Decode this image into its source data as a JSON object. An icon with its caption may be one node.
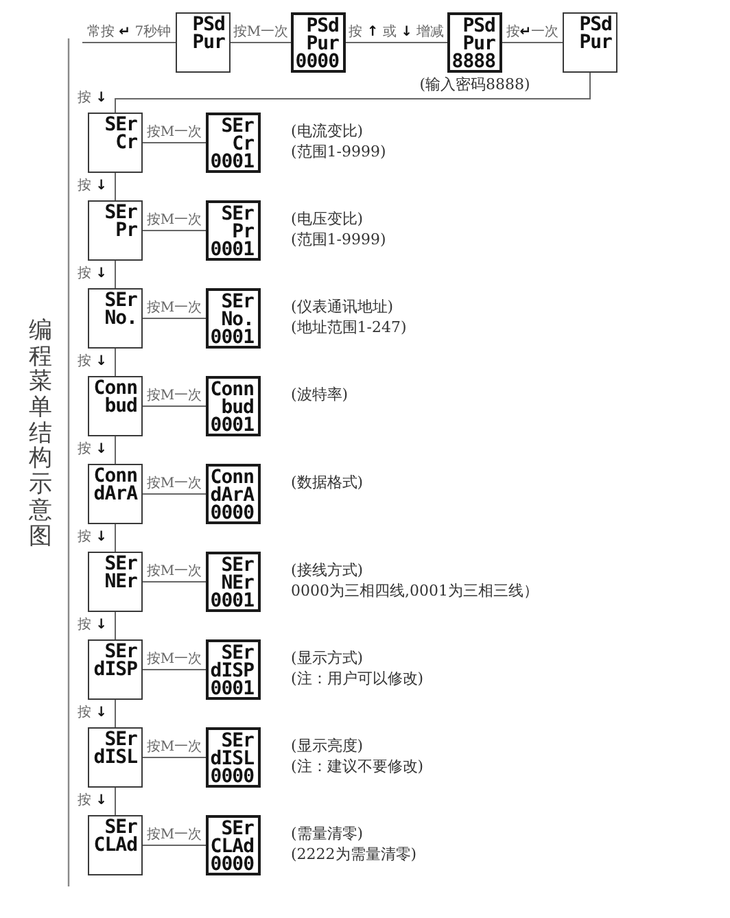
{
  "diagram": {
    "title": "编程菜单结构示意图",
    "nodes": [
      {
        "text": [
          "PSd",
          "Pur"
        ]
      },
      {
        "text": [
          "PSd",
          "Pur",
          "0000"
        ]
      },
      {
        "text": [
          "PSd",
          "Pur",
          "8888"
        ],
        "beside": [
          "(输入密码8888)"
        ]
      },
      {
        "text": [
          "PSd",
          "Pur"
        ]
      },
      {
        "text": [
          "SEr",
          "Cr"
        ]
      },
      {
        "text": [
          "SEr",
          "Cr",
          "0001"
        ],
        "beside": [
          "(电流变比)",
          "(范围1-9999)"
        ]
      },
      {
        "text": [
          "SEr",
          "Pr"
        ]
      },
      {
        "text": [
          "SEr",
          "Pr",
          "0001"
        ],
        "beside": [
          "(电压变比)",
          "(范围1-9999)"
        ]
      },
      {
        "text": [
          "SEr",
          "No."
        ]
      },
      {
        "text": [
          "SEr",
          "No.",
          "0001"
        ],
        "beside": [
          "(仪表通讯地址)",
          "(地址范围1-247)"
        ]
      },
      {
        "text": [
          "Conn",
          "bud"
        ]
      },
      {
        "text": [
          "Conn",
          "bud",
          "0001"
        ],
        "beside": [
          "(波特率)"
        ]
      },
      {
        "text": [
          "Conn",
          "dArA"
        ]
      },
      {
        "text": [
          "Conn",
          "dArA",
          "0000"
        ],
        "beside": [
          "(数据格式)"
        ]
      },
      {
        "text": [
          "SEr",
          "NEr"
        ]
      },
      {
        "text": [
          "SEr",
          "NEr",
          "0001"
        ],
        "beside": [
          "(接线方式)",
          "0000为三相四线,0001为三相三线）"
        ]
      },
      {
        "text": [
          "SEr",
          "dISP"
        ]
      },
      {
        "text": [
          "SEr",
          "dISP",
          "0001"
        ],
        "beside": [
          "(显示方式)",
          "(注：用户可以修改)"
        ]
      },
      {
        "text": [
          "SEr",
          "dISL"
        ]
      },
      {
        "text": [
          "SEr",
          "dISL",
          "0000"
        ],
        "beside": [
          "(显示亮度)",
          "(注：建议不要修改)"
        ]
      },
      {
        "text": [
          "SEr",
          "CLAd"
        ]
      },
      {
        "text": [
          "SEr",
          "CLAd",
          "0000"
        ],
        "beside": [
          "(需量清零)",
          "(2222为需量清零)"
        ]
      }
    ],
    "edges": [
      {
        "from": null,
        "to": 0,
        "label": "常按 **↵** 7秒钟",
        "arrow": "none"
      },
      {
        "from": 0,
        "to": 1,
        "label": "按M一次",
        "arrow": "none"
      },
      {
        "from": 1,
        "to": 2,
        "label": "按 **↑** 或 **↓** 增减",
        "arrow": "none"
      },
      {
        "from": 2,
        "to": 3,
        "label": "按**↵**一次",
        "arrow": "none"
      },
      {
        "from": 3,
        "to": 4,
        "label": "按 **↓**",
        "arrow": "none"
      },
      {
        "from": 4,
        "to": 5,
        "label": "按M一次",
        "arrow": "none"
      },
      {
        "from": 4,
        "to": 6,
        "label": "按 **↓**",
        "arrow": "none"
      },
      {
        "from": 6,
        "to": 7,
        "label": "按M一次",
        "arrow": "none"
      },
      {
        "from": 6,
        "to": 8,
        "label": "按 **↓**",
        "arrow": "none"
      },
      {
        "from": 8,
        "to": 9,
        "label": "按M一次",
        "arrow": "none"
      },
      {
        "from": 8,
        "to": 10,
        "label": "按 **↓**",
        "arrow": "none"
      },
      {
        "from": 10,
        "to": 11,
        "label": "按M一次",
        "arrow": "none"
      },
      {
        "from": 10,
        "to": 12,
        "label": "按 **↓**",
        "arrow": "none"
      },
      {
        "from": 12,
        "to": 13,
        "label": "按M一次",
        "arrow": "none"
      },
      {
        "from": 12,
        "to": 14,
        "label": "按 **↓**",
        "arrow": "none"
      },
      {
        "from": 14,
        "to": 15,
        "label": "按M一次",
        "arrow": "none"
      },
      {
        "from": 14,
        "to": 16,
        "label": "按 **↓**",
        "arrow": "none"
      },
      {
        "from": 16,
        "to": 17,
        "label": "按M一次",
        "arrow": "none"
      },
      {
        "from": 16,
        "to": 18,
        "label": "按 **↓**",
        "arrow": "none"
      },
      {
        "from": 18,
        "to": 19,
        "label": "按M一次",
        "arrow": "none"
      },
      {
        "from": 18,
        "to": 20,
        "label": "按 **↓**",
        "arrow": "none"
      },
      {
        "from": 20,
        "to": 21,
        "label": "按M一次",
        "arrow": "none"
      }
    ]
  }
}
